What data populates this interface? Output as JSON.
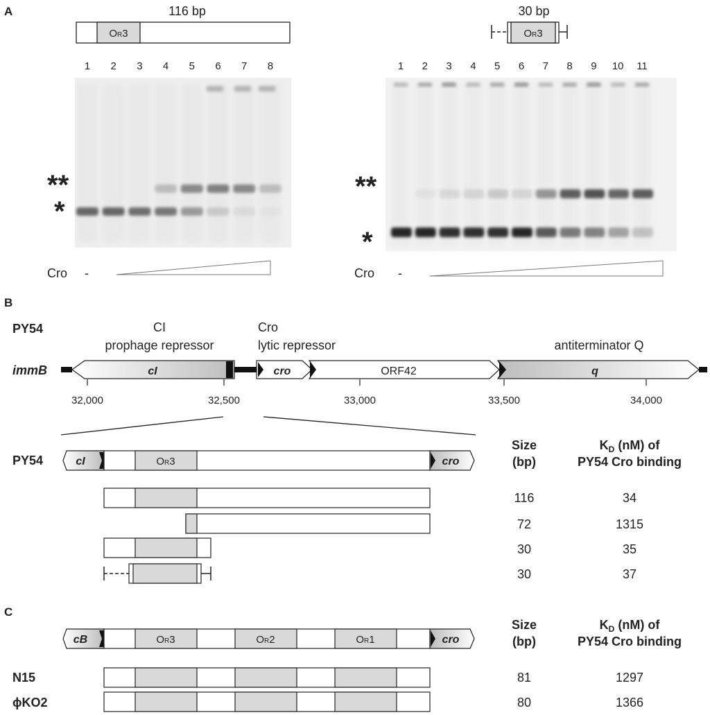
{
  "panel_labels": {
    "a": "A",
    "b": "B",
    "c": "C"
  },
  "panel_a": {
    "left_gel": {
      "title": "116 bp",
      "box_label_main": "O",
      "box_label_sub": "R",
      "box_label_num": "3",
      "lanes": [
        "1",
        "2",
        "3",
        "4",
        "5",
        "6",
        "7",
        "8"
      ],
      "band_upper": "**",
      "band_lower": "*",
      "cro_label": "Cro",
      "cro_minus": "-"
    },
    "right_gel": {
      "title": "30 bp",
      "box_label_main": "O",
      "box_label_sub": "R",
      "box_label_num": "3",
      "lanes": [
        "1",
        "2",
        "3",
        "4",
        "5",
        "6",
        "7",
        "8",
        "9",
        "10",
        "11"
      ],
      "band_upper": "**",
      "band_lower": "*",
      "cro_label": "Cro",
      "cro_minus": "-"
    }
  },
  "panel_b": {
    "phage": "PY54",
    "locus": "immB",
    "genes": [
      {
        "title": "CI",
        "subtitle": "prophage repressor",
        "label": "cI"
      },
      {
        "title": "Cro",
        "subtitle": "lytic repressor",
        "label": "cro"
      },
      {
        "title": "",
        "subtitle": "",
        "label": "ORF42"
      },
      {
        "title": "antiterminator Q",
        "subtitle": "",
        "label": "q"
      }
    ],
    "axis_ticks": [
      "32,000",
      "32,500",
      "33,000",
      "33,500",
      "34,000"
    ],
    "zoom": {
      "phage": "PY54",
      "left_gene": "cI",
      "right_gene": "cro",
      "operator_main": "O",
      "operator_sub": "R",
      "operator_num": "3"
    },
    "table_header": {
      "size_line1": "Size",
      "size_line2": "(bp)",
      "kd_line1_pre": "K",
      "kd_line1_sub": "D",
      "kd_line1_post": " (nM) of",
      "kd_line2": "PY54 Cro binding"
    },
    "fragments": [
      {
        "size": "116",
        "kd": "34"
      },
      {
        "size": "72",
        "kd": "1315"
      },
      {
        "size": "30",
        "kd": "35"
      },
      {
        "size": "30",
        "kd": "37"
      }
    ]
  },
  "panel_c": {
    "left_gene": "cB",
    "right_gene": "cro",
    "operators": [
      {
        "main": "O",
        "sub": "R",
        "num": "3"
      },
      {
        "main": "O",
        "sub": "R",
        "num": "2"
      },
      {
        "main": "O",
        "sub": "R",
        "num": "1"
      }
    ],
    "table_header": {
      "size_line1": "Size",
      "size_line2": "(bp)",
      "kd_line1_pre": "K",
      "kd_line1_sub": "D",
      "kd_line1_post": " (nM) of",
      "kd_line2": "PY54 Cro binding"
    },
    "rows": [
      {
        "name": "N15",
        "size": "81",
        "kd": "1297"
      },
      {
        "name": "ϕKO2",
        "size": "80",
        "kd": "1366"
      }
    ]
  },
  "colors": {
    "operator_fill": "#d9d9d9",
    "gel_background": "#efefef",
    "band_dark": "#333333"
  }
}
